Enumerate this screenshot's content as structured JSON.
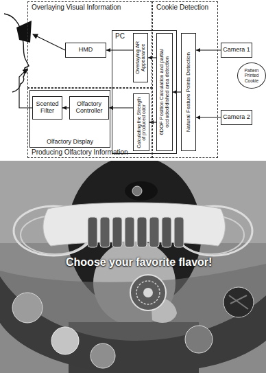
{
  "diagram": {
    "nodes": [
      {
        "text": [
          "Overlaying Visual Information"
        ]
      },
      {
        "text": [
          "HMD"
        ],
        "in": 0
      },
      {
        "text": [
          "Cookie Detection"
        ]
      },
      {
        "text": [
          "PC"
        ]
      },
      {
        "text": [
          "Overlaying AR Appearance"
        ],
        "in": 3
      },
      {
        "text": [
          "6DOF Position Calculation and partial occluded/dished area detection"
        ],
        "in": 3
      },
      {
        "text": [
          "Natural Feature Points Detection"
        ],
        "in": 2
      },
      {
        "text": [
          "Camera 1"
        ]
      },
      {
        "text": [
          "Camera 2"
        ]
      },
      {
        "text": [
          "Pattern Printed Cookie"
        ]
      },
      {
        "text": [
          "Producing Olfactory Information"
        ]
      },
      {
        "text": [
          "Olfactory Display"
        ],
        "in": 10
      },
      {
        "text": [
          "Scented Filter"
        ],
        "in": 11
      },
      {
        "text": [
          "Olfactory Controller"
        ],
        "in": 11
      },
      {
        "text": [
          "Calculating the Strength of produced odor"
        ],
        "in": 3
      }
    ],
    "edges": [
      {
        "from": 7,
        "to": 6,
        "arrow": "to"
      },
      {
        "from": 8,
        "to": 6,
        "arrow": "to"
      },
      {
        "from": 6,
        "to": 5,
        "arrow": "to"
      },
      {
        "from": 5,
        "to": 4,
        "arrow": "to"
      },
      {
        "from": 5,
        "to": 14,
        "arrow": "to"
      },
      {
        "from": 4,
        "to": 1,
        "arrow": "to"
      },
      {
        "from": 14,
        "to": 13,
        "arrow": "to"
      },
      {
        "from": 13,
        "to": 12,
        "arrow": "to"
      }
    ],
    "labels": [
      "Choose your favorite flavor!"
    ]
  }
}
